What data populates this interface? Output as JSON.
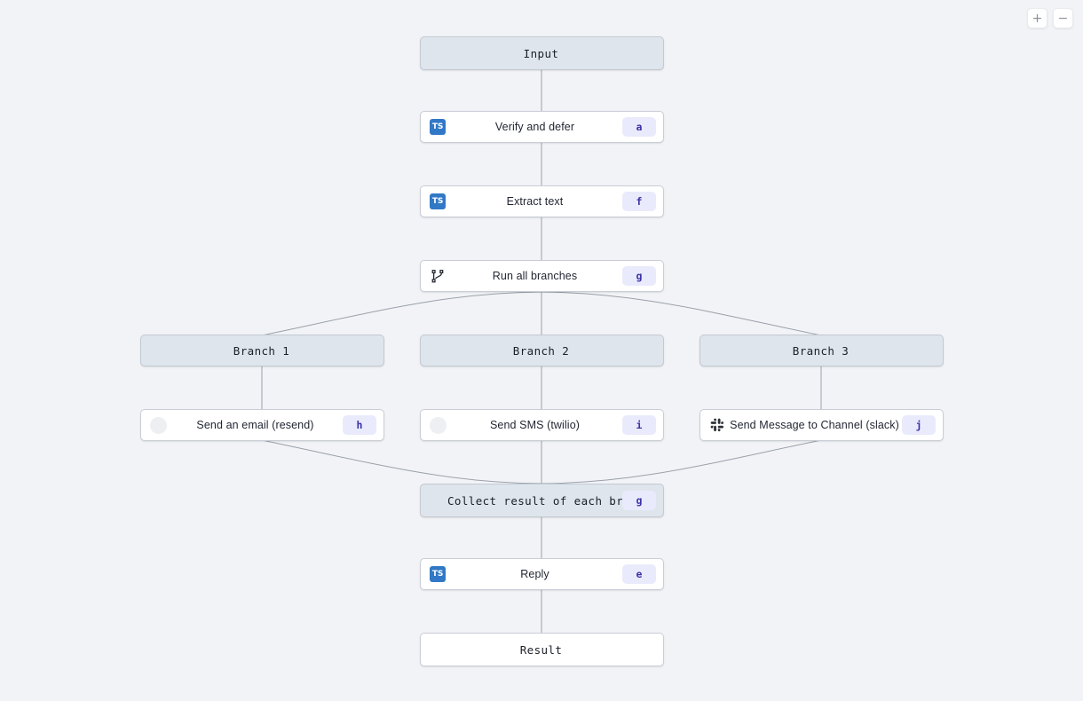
{
  "canvas": {
    "background_color": "#f2f3f6",
    "edge_color": "#9aa1ab"
  },
  "zoom_controls": {
    "zoom_in_label": "+",
    "zoom_out_label": "−"
  },
  "palette": {
    "tinted_node_bg": "#dfe5ec",
    "plain_node_bg": "#ffffff",
    "badge_bg": "#e9ebfc",
    "badge_fg": "#3b31a8",
    "ts_icon_bg": "#3178c6",
    "border": "#c9ced6"
  },
  "nodes": {
    "input": {
      "label": "Input",
      "icon": "none",
      "badge": ""
    },
    "verify": {
      "label": "Verify and defer",
      "icon": "typescript-icon",
      "badge": "a"
    },
    "extract": {
      "label": "Extract text",
      "icon": "typescript-icon",
      "badge": "f"
    },
    "runall": {
      "label": "Run all branches",
      "icon": "git-branch-icon",
      "badge": "g"
    },
    "branch1": {
      "label": "Branch 1",
      "icon": "none",
      "badge": ""
    },
    "branch2": {
      "label": "Branch 2",
      "icon": "none",
      "badge": ""
    },
    "branch3": {
      "label": "Branch 3",
      "icon": "none",
      "badge": ""
    },
    "email": {
      "label": "Send an email (resend)",
      "icon": "resend-icon",
      "badge": "h"
    },
    "sms": {
      "label": "Send SMS (twilio)",
      "icon": "twilio-icon",
      "badge": "i"
    },
    "slack": {
      "label": "Send Message to Channel (slack)",
      "icon": "slack-icon",
      "badge": "j"
    },
    "collect": {
      "label": "Collect result of each branch",
      "icon": "none",
      "badge": "g"
    },
    "reply": {
      "label": "Reply",
      "icon": "typescript-icon",
      "badge": "e"
    },
    "result": {
      "label": "Result",
      "icon": "none",
      "badge": ""
    }
  },
  "ts_icon_text": "TS"
}
